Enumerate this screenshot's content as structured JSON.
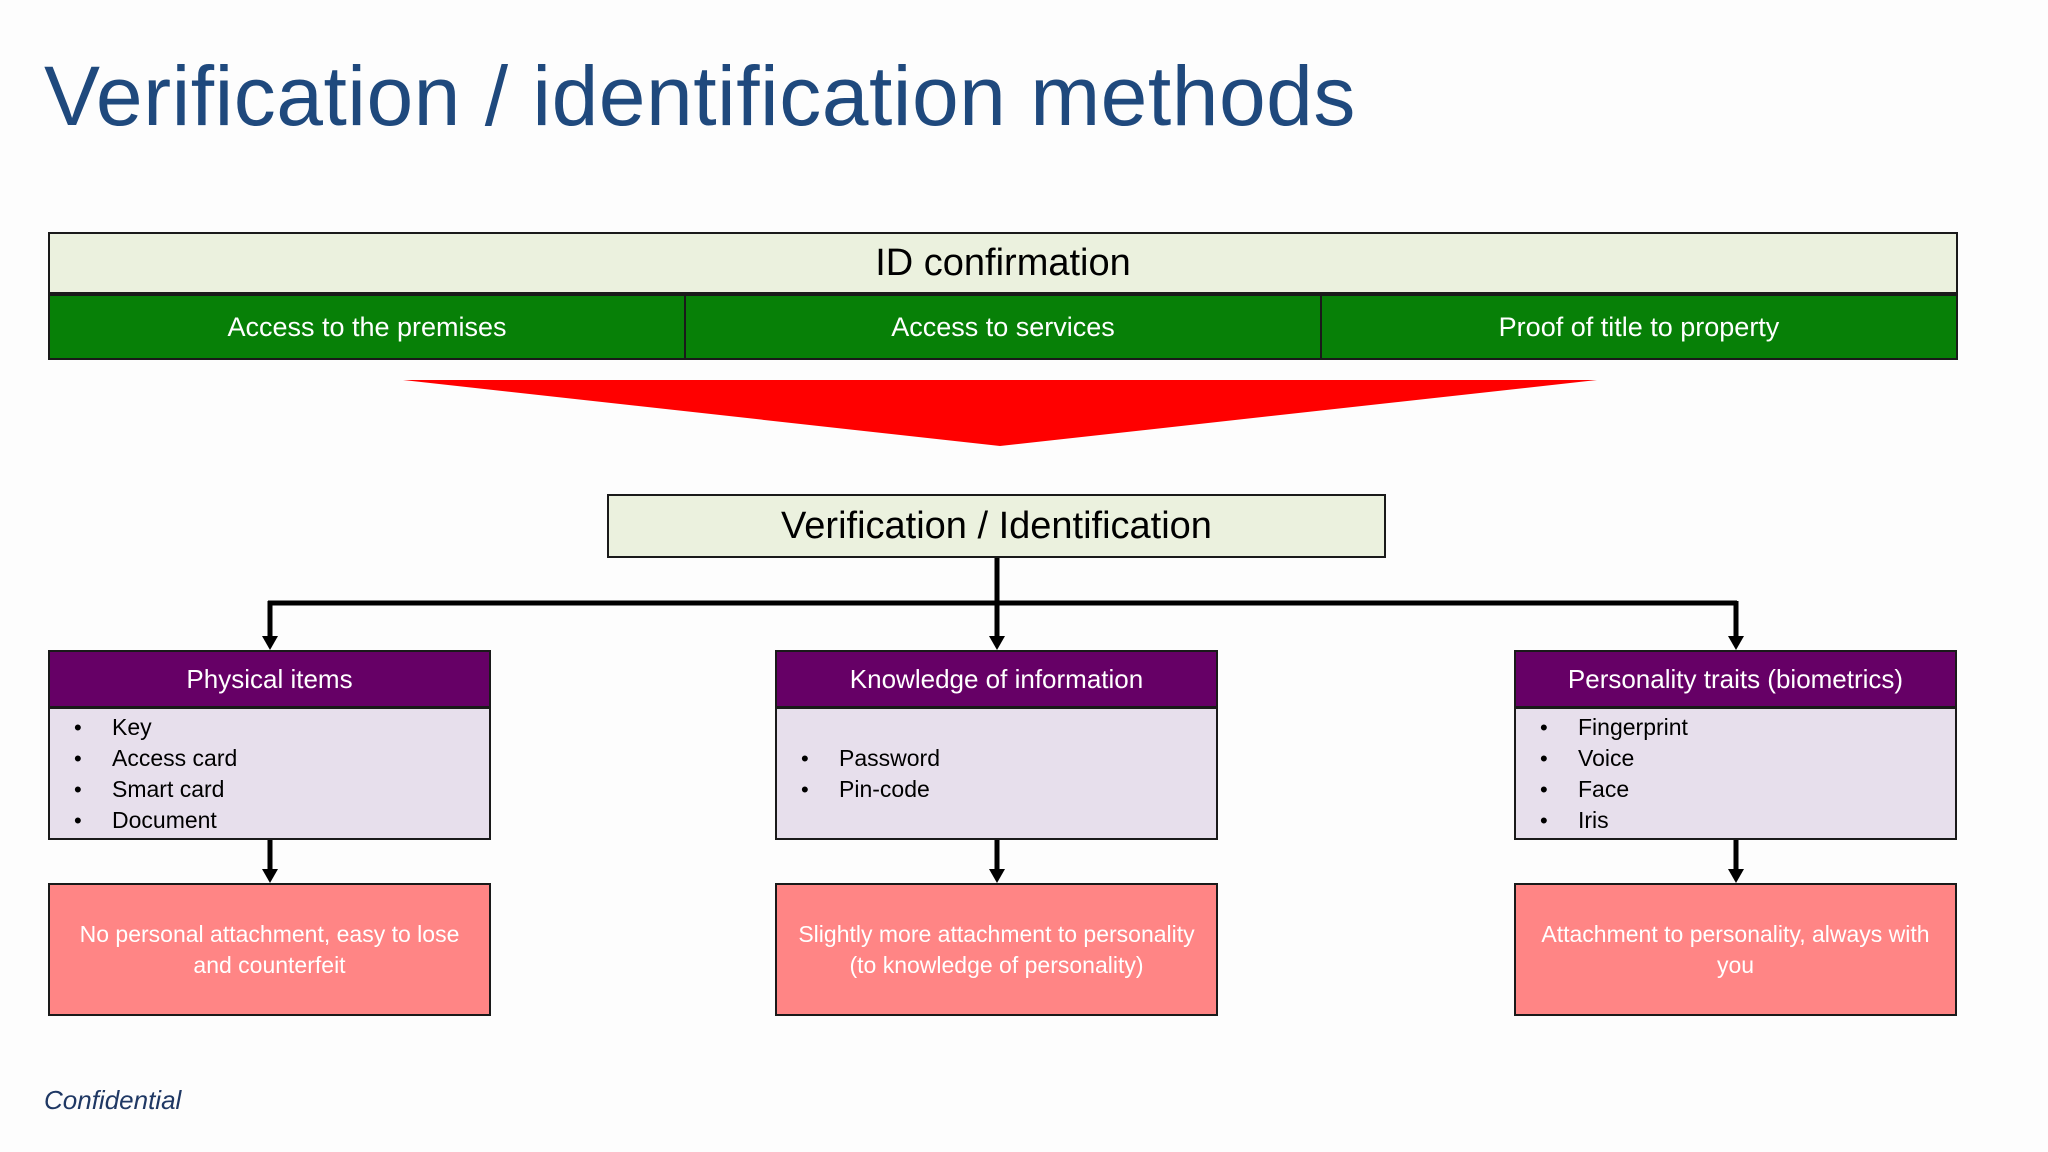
{
  "title": "Verification / identification methods",
  "id_confirmation": {
    "header": "ID confirmation",
    "cells": [
      "Access to the premises",
      "Access to services",
      "Proof of title to property"
    ]
  },
  "center": {
    "label": "Verification / Identification"
  },
  "categories": [
    {
      "header": "Physical items",
      "items": [
        "Key",
        "Access card",
        "Smart card",
        "Document"
      ],
      "note": "No personal attachment, easy to lose and counterfeit"
    },
    {
      "header": "Knowledge of information",
      "items": [
        "Password",
        "Pin-code"
      ],
      "note": "Slightly more attachment to personality (to knowledge of personality)"
    },
    {
      "header": "Personality traits (biometrics)",
      "items": [
        "Fingerprint",
        "Voice",
        "Face",
        "Iris"
      ],
      "note": "Attachment to personality, always with you"
    }
  ],
  "footer": "Confidential",
  "colors": {
    "title": "#1f497d",
    "light_green": "#ebf1de",
    "green": "#078007",
    "purple": "#660066",
    "lavender": "#e7dfec",
    "salmon": "#ff8585",
    "arrow_red": "#ff0000"
  }
}
